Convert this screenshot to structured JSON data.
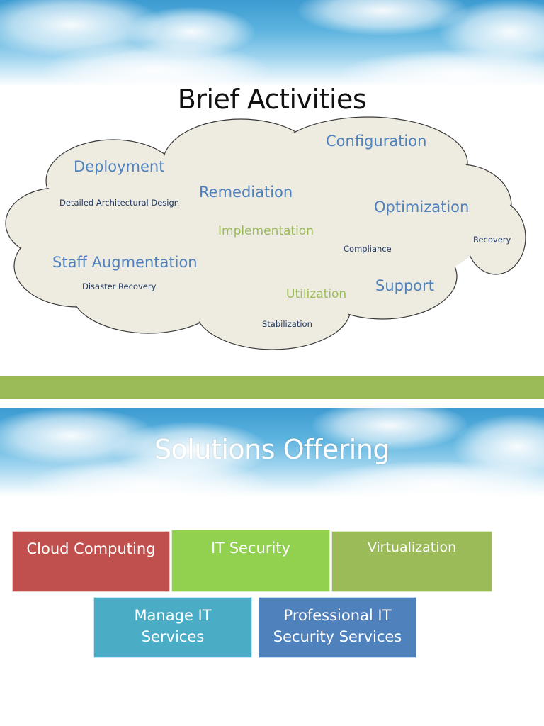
{
  "slide1": {
    "title": "Brief Activities",
    "words": {
      "deployment": "Deployment",
      "configuration": "Configuration",
      "remediation": "Remediation",
      "optimization": "Optimization",
      "detailed_design": "Detailed Architectural Design",
      "implementation": "Implementation",
      "compliance": "Compliance",
      "recovery": "Recovery",
      "staff_augmentation": "Staff Augmentation",
      "support": "Support",
      "disaster_recovery": "Disaster Recovery",
      "utilization": "Utilization",
      "stabilization": "Stabilization"
    }
  },
  "divider_color": "#9bbb59",
  "slide2": {
    "title": "Solutions Offering",
    "boxes": [
      {
        "label": "Cloud Computing",
        "color": "#c0504d"
      },
      {
        "label": "IT Security",
        "color": "#92d050"
      },
      {
        "label": "Virtualization",
        "color": "#9bbb59"
      },
      {
        "label_line1": "Manage IT",
        "label_line2": "Services",
        "color": "#4bacc6"
      },
      {
        "label_line1": "Professional IT",
        "label_line2": "Security Services",
        "color": "#4f81bd"
      }
    ]
  }
}
